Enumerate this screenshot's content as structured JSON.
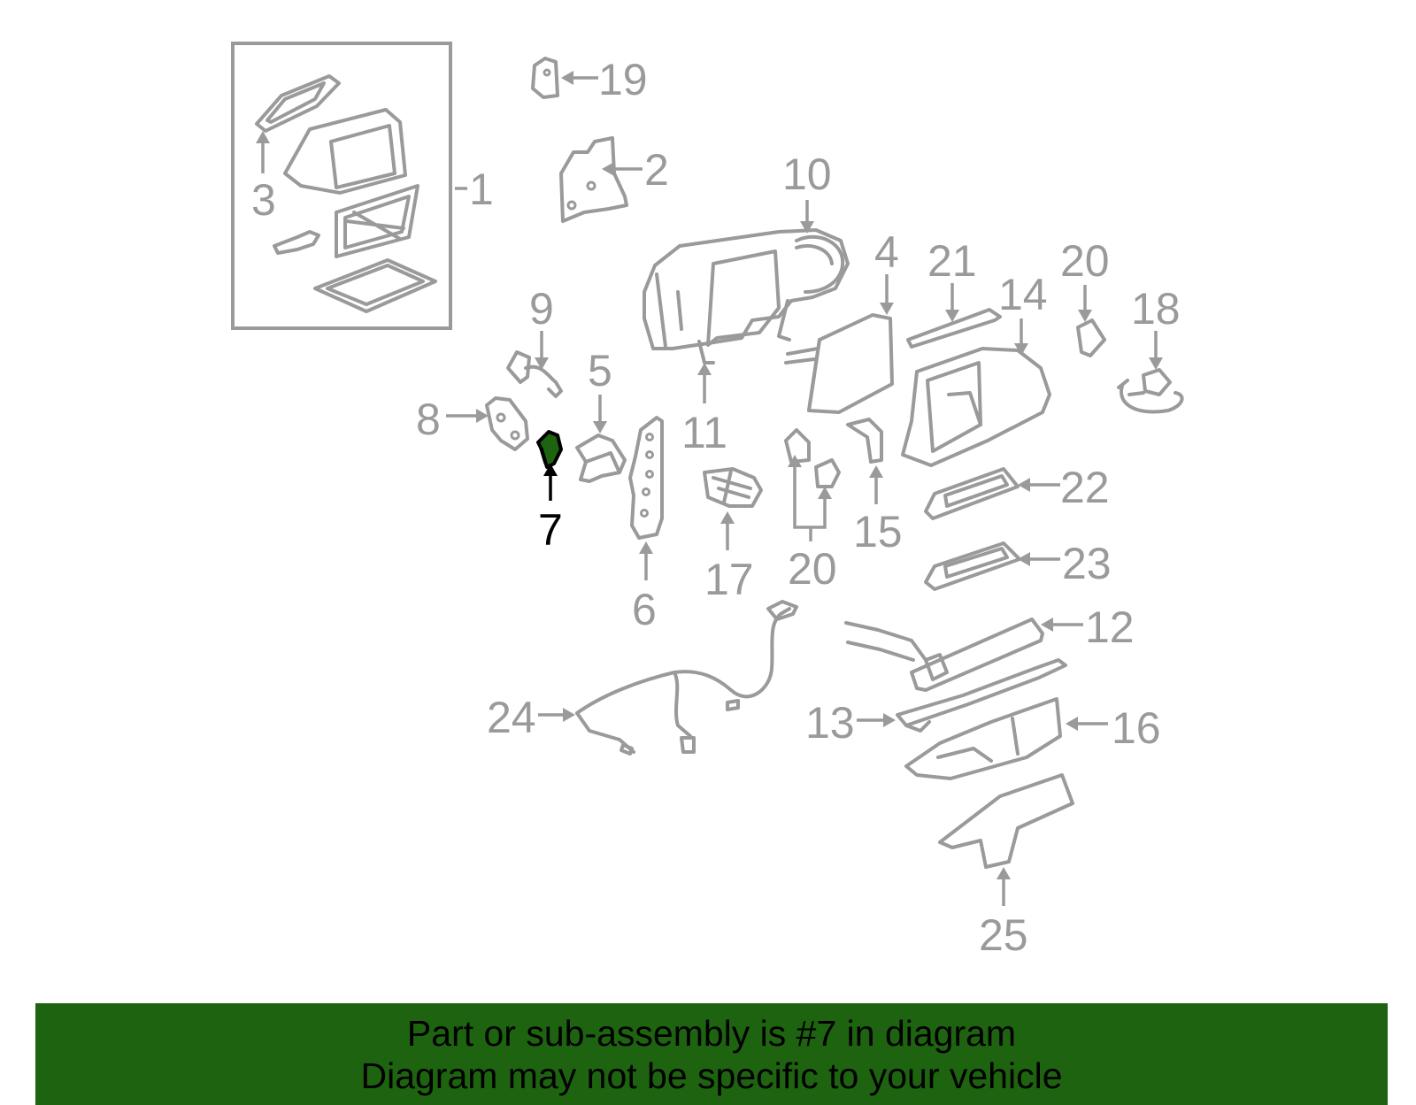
{
  "highlight": {
    "part_number": "7",
    "fill_color": "#1e6410",
    "stroke_color": "#000000"
  },
  "callouts": [
    {
      "id": "1",
      "label": "1"
    },
    {
      "id": "2",
      "label": "2"
    },
    {
      "id": "3",
      "label": "3"
    },
    {
      "id": "4",
      "label": "4"
    },
    {
      "id": "5",
      "label": "5"
    },
    {
      "id": "6",
      "label": "6"
    },
    {
      "id": "7",
      "label": "7"
    },
    {
      "id": "8",
      "label": "8"
    },
    {
      "id": "9",
      "label": "9"
    },
    {
      "id": "10",
      "label": "10"
    },
    {
      "id": "11",
      "label": "11"
    },
    {
      "id": "12",
      "label": "12"
    },
    {
      "id": "13",
      "label": "13"
    },
    {
      "id": "14",
      "label": "14"
    },
    {
      "id": "15",
      "label": "15"
    },
    {
      "id": "16",
      "label": "16"
    },
    {
      "id": "17",
      "label": "17"
    },
    {
      "id": "18",
      "label": "18"
    },
    {
      "id": "19",
      "label": "19"
    },
    {
      "id": "20a",
      "label": "20"
    },
    {
      "id": "20b",
      "label": "20"
    },
    {
      "id": "21",
      "label": "21"
    },
    {
      "id": "22",
      "label": "22"
    },
    {
      "id": "23",
      "label": "23"
    },
    {
      "id": "24",
      "label": "24"
    },
    {
      "id": "25",
      "label": "25"
    }
  ],
  "banner": {
    "line1": "Part or sub-assembly is #7 in diagram",
    "line2": "Diagram may not be specific to your vehicle",
    "background": "#1e6410"
  },
  "colors": {
    "line_art": "#9a9a9a",
    "highlight_label": "#000000"
  }
}
